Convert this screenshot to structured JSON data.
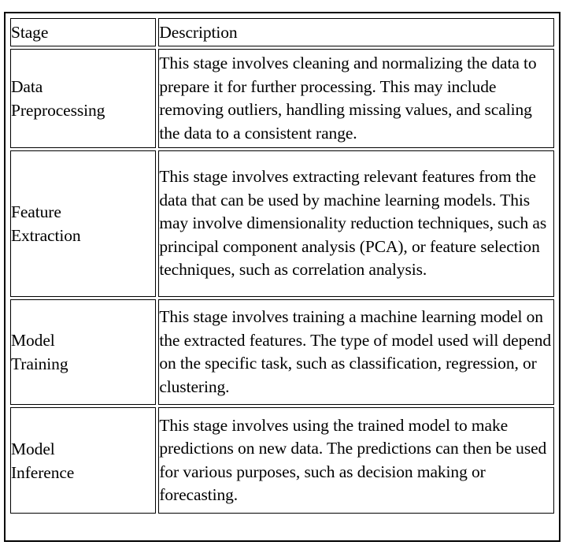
{
  "document": {
    "kind": "data-table",
    "background_color": "#ffffff",
    "text_color": "#000000",
    "border_color": "#000000"
  },
  "table": {
    "columns": [
      {
        "key": "stage",
        "header": "Stage"
      },
      {
        "key": "description",
        "header": "Description"
      }
    ],
    "rows": [
      {
        "stage": "Data\nPreprocessing",
        "description": "This stage involves cleaning and normalizing the data to prepare it for further processing. This may include removing outliers, handling missing values, and scaling the data to a consistent range."
      },
      {
        "stage": "Feature\nExtraction",
        "description": "This stage involves extracting relevant features from the data that can be used by machine learning models. This may involve dimensionality reduction techniques, such as principal component analysis (PCA), or feature selection techniques, such as correlation analysis."
      },
      {
        "stage": "Model\nTraining",
        "description": "This stage involves training a machine learning model on the extracted features. The type of model used will depend on the specific task, such as classification, regression, or clustering."
      },
      {
        "stage": "Model\nInference",
        "description": "This stage involves using the trained model to make predictions on new data. The predictions can then be used for various purposes, such as decision making or forecasting."
      }
    ]
  }
}
